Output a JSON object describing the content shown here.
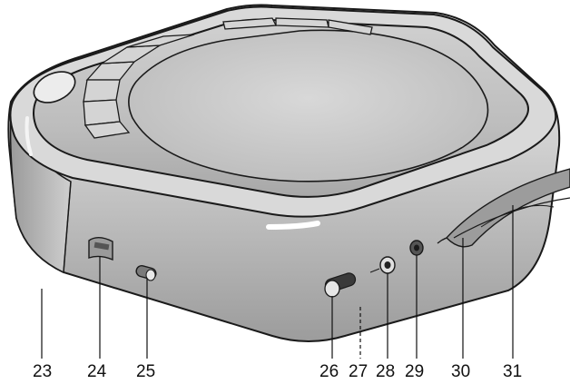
{
  "callouts": [
    {
      "id": "23",
      "label": "23"
    },
    {
      "id": "24",
      "label": "24"
    },
    {
      "id": "25",
      "label": "25"
    },
    {
      "id": "26",
      "label": "26"
    },
    {
      "id": "27",
      "label": "27"
    },
    {
      "id": "28",
      "label": "28"
    },
    {
      "id": "29",
      "label": "29"
    },
    {
      "id": "30",
      "label": "30"
    },
    {
      "id": "31",
      "label": "31"
    }
  ],
  "colors": {
    "body_light": "#e4e4e4",
    "body_mid": "#b8b8b8",
    "body_dark": "#8a8a8a",
    "outline": "#1a1a1a",
    "disc": "#cfcfcf"
  },
  "parts": [
    "stop-eject-button-icon",
    "card-slot-icon",
    "side-switch-icon",
    "front-switch-icon",
    "audio-jack-icon",
    "dc-jack-icon",
    "strap-eyelet-icon",
    "wrist-strap-icon"
  ]
}
